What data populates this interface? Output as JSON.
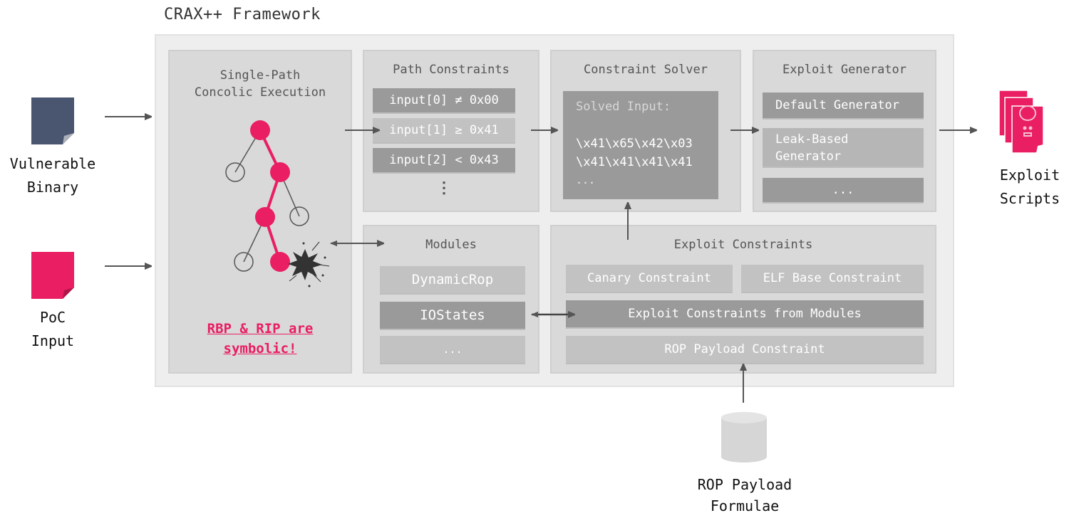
{
  "title": "CRAX++ Framework",
  "inputs": {
    "binary_label": [
      "Vulnerable",
      "Binary"
    ],
    "poc_label": [
      "PoC",
      "Input"
    ]
  },
  "concolic": {
    "title": [
      "Single-Path",
      "Concolic Execution"
    ],
    "note": [
      "RBP & RIP are",
      "symbolic!"
    ]
  },
  "path_constraints": {
    "title": "Path Constraints",
    "items": [
      "input[0] ≠ 0x00",
      "input[1] ≥ 0x41",
      "input[2] < 0x43"
    ],
    "more": "⋮"
  },
  "solver": {
    "title": "Constraint Solver",
    "label": "Solved Input:",
    "lines": [
      "\\x41\\x65\\x42\\x03",
      "\\x41\\x41\\x41\\x41",
      "..."
    ]
  },
  "generator": {
    "title": "Exploit Generator",
    "items": [
      "Default Generator",
      "Leak-Based\nGenerator",
      "..."
    ],
    "leak_lines": [
      "Leak-Based",
      "Generator"
    ]
  },
  "modules": {
    "title": "Modules",
    "items": [
      "DynamicRop",
      "IOStates",
      "..."
    ]
  },
  "exploit_constraints": {
    "title": "Exploit Constraints",
    "canary": "Canary Constraint",
    "elf_base": "ELF Base Constraint",
    "from_modules": "Exploit Constraints from Modules",
    "rop_payload": "ROP Payload Constraint"
  },
  "outputs": {
    "scripts_label": [
      "Exploit",
      "Scripts"
    ],
    "formulae_label": [
      "ROP Payload",
      "Formulae"
    ]
  },
  "colors": {
    "accent": "#e91e63",
    "binary": "#4a5670",
    "arrow": "#555555"
  }
}
